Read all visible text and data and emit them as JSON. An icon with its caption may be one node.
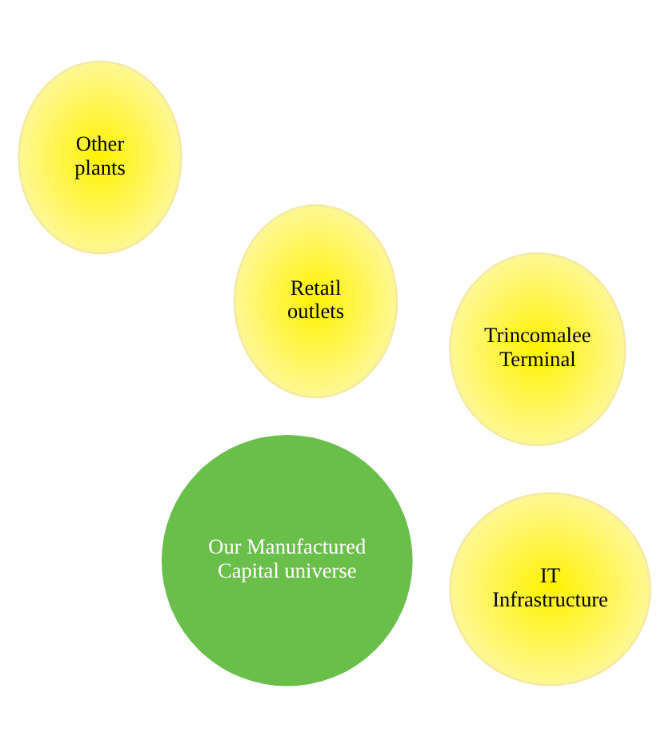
{
  "diagram": {
    "nodes": [
      {
        "text": [
          "Our Manufactured Capital universe"
        ]
      },
      {
        "text": [
          "Retail outlets"
        ]
      },
      {
        "text": [
          "Trincomalee Terminal"
        ]
      },
      {
        "text": [
          "Other plants"
        ]
      },
      {
        "text": [
          "IT Infrastructure"
        ]
      }
    ]
  }
}
